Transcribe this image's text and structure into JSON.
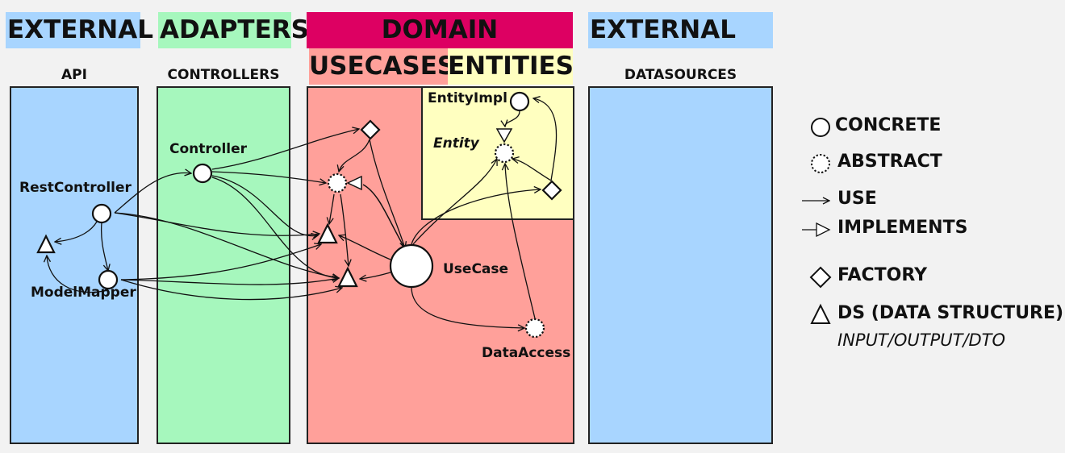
{
  "headers": {
    "external_left": "EXTERNAL",
    "adapters": "ADAPTERS",
    "domain": "DOMAIN",
    "usecases": "USECASES",
    "entities": "ENTITIES",
    "external_right": "EXTERNAL"
  },
  "columns": {
    "api": "API",
    "controllers": "CONTROLLERS",
    "datasources": "DATASOURCES"
  },
  "nodes": {
    "rest_controller": "RestController",
    "model_mapper": "ModelMapper",
    "controller": "Controller",
    "entity_impl": "EntityImpl",
    "entity": "Entity",
    "usecase": "UseCase",
    "data_access": "DataAccess"
  },
  "legend": {
    "concrete": "CONCRETE",
    "abstract": "ABSTRACT",
    "use": "USE",
    "implements": "IMPLEMENTS",
    "factory": "FACTORY",
    "ds": "DS (DATA STRUCTURE)",
    "ds_sub": "INPUT/OUTPUT/DTO"
  },
  "colors": {
    "external": "#a8d5ff",
    "adapters": "#a6f7bd",
    "domain_header": "#dd0062",
    "usecases": "#ffa09a",
    "entities": "#ffffc0"
  }
}
